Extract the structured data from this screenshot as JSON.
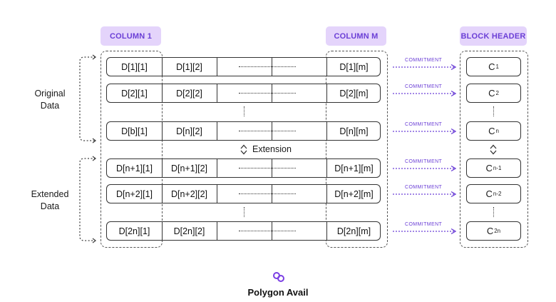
{
  "headers": {
    "column1": "COLUMN 1",
    "columnM": "COLUMN M",
    "blockHeader": "BLOCK HEADER"
  },
  "side_labels": {
    "original_line1": "Original",
    "original_line2": "Data",
    "extended_line1": "Extended",
    "extended_line2": "Data"
  },
  "extension_label": "Extension",
  "rows": [
    {
      "c1": "D[1][1]",
      "c2": "D[1][2]",
      "cm": "D[1][m]",
      "commit_base": "C",
      "commit_sub": "1"
    },
    {
      "c1": "D[2][1]",
      "c2": "D[2][2]",
      "cm": "D[2][m]",
      "commit_base": "C",
      "commit_sub": "2"
    },
    {
      "c1": "D[b][1]",
      "c2": "D[n][2]",
      "cm": "D[n][m]",
      "commit_base": "C",
      "commit_sub": "n"
    },
    {
      "c1": "D[n+1][1]",
      "c2": "D[n+1][2]",
      "cm": "D[n+1][m]",
      "commit_base": "C",
      "commit_sub": "n-1"
    },
    {
      "c1": "D[n+2][1]",
      "c2": "D[n+2][2]",
      "cm": "D[n+2][m]",
      "commit_base": "C",
      "commit_sub": "n-2"
    },
    {
      "c1": "D[2n][1]",
      "c2": "D[2n][2]",
      "cm": "D[2n][m]",
      "commit_base": "C",
      "commit_sub": "2n"
    }
  ],
  "commitment_label": "COMMITMENT",
  "brand": {
    "name": "Polygon Avail",
    "logo_icon": "polygon-logo-icon",
    "accent": "#6b3fd6",
    "header_bg": "#e4d4fb"
  }
}
